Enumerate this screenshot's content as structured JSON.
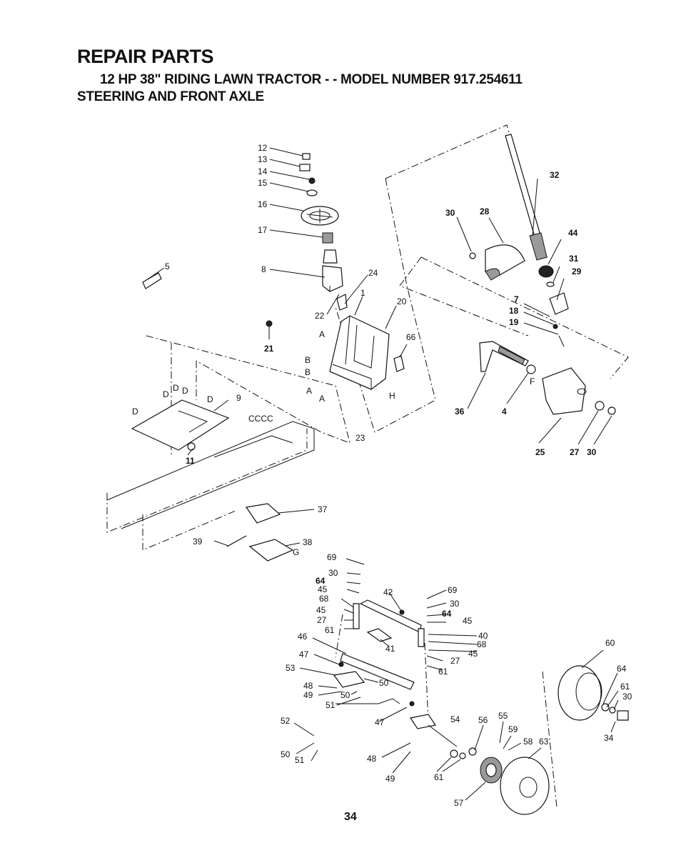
{
  "header": {
    "title": "REPAIR PARTS",
    "subtitle": "12 HP 38\" RIDING LAWN TRACTOR - - MODEL NUMBER 917.254611",
    "section": "STEERING AND FRONT AXLE"
  },
  "page_number": "34",
  "callouts": [
    {
      "id": "c12",
      "text": "12"
    },
    {
      "id": "c13",
      "text": "13"
    },
    {
      "id": "c14",
      "text": "14"
    },
    {
      "id": "c15",
      "text": "15"
    },
    {
      "id": "c16",
      "text": "16"
    },
    {
      "id": "c17",
      "text": "17"
    },
    {
      "id": "c8",
      "text": "8"
    },
    {
      "id": "c5",
      "text": "5"
    },
    {
      "id": "c24",
      "text": "24"
    },
    {
      "id": "c22",
      "text": "22"
    },
    {
      "id": "c1",
      "text": "1"
    },
    {
      "id": "c20",
      "text": "20"
    },
    {
      "id": "c21",
      "text": "21"
    },
    {
      "id": "c66",
      "text": "66"
    },
    {
      "id": "cA1",
      "text": "A"
    },
    {
      "id": "cB1",
      "text": "B"
    },
    {
      "id": "cB2",
      "text": "B"
    },
    {
      "id": "cA2",
      "text": "A"
    },
    {
      "id": "cA3",
      "text": "A"
    },
    {
      "id": "cH",
      "text": "H"
    },
    {
      "id": "c23",
      "text": "23"
    },
    {
      "id": "c32",
      "text": "32"
    },
    {
      "id": "c30a",
      "text": "30"
    },
    {
      "id": "c28",
      "text": "28"
    },
    {
      "id": "c44",
      "text": "44"
    },
    {
      "id": "c31",
      "text": "31"
    },
    {
      "id": "c29",
      "text": "29"
    },
    {
      "id": "c7",
      "text": "7"
    },
    {
      "id": "c18",
      "text": "18"
    },
    {
      "id": "c19",
      "text": "19"
    },
    {
      "id": "c36",
      "text": "36"
    },
    {
      "id": "c4",
      "text": "4"
    },
    {
      "id": "cF",
      "text": "F"
    },
    {
      "id": "c25",
      "text": "25"
    },
    {
      "id": "c27a",
      "text": "27"
    },
    {
      "id": "c30b",
      "text": "30"
    },
    {
      "id": "cD1",
      "text": "D"
    },
    {
      "id": "cD2",
      "text": "D"
    },
    {
      "id": "cD3",
      "text": "D"
    },
    {
      "id": "cD4",
      "text": "D"
    },
    {
      "id": "cD5",
      "text": "D"
    },
    {
      "id": "c9",
      "text": "9"
    },
    {
      "id": "cCCCC",
      "text": "CCCC"
    },
    {
      "id": "c11",
      "text": "11"
    },
    {
      "id": "c37",
      "text": "37"
    },
    {
      "id": "c39",
      "text": "39"
    },
    {
      "id": "c38",
      "text": "38"
    },
    {
      "id": "cG",
      "text": "G"
    },
    {
      "id": "c69a",
      "text": "69"
    },
    {
      "id": "c30c",
      "text": "30"
    },
    {
      "id": "c64a",
      "text": "64"
    },
    {
      "id": "c45a",
      "text": "45"
    },
    {
      "id": "c68a",
      "text": "68"
    },
    {
      "id": "c45b",
      "text": "45"
    },
    {
      "id": "c27b",
      "text": "27"
    },
    {
      "id": "c61a",
      "text": "61"
    },
    {
      "id": "c42",
      "text": "42"
    },
    {
      "id": "c69b",
      "text": "69"
    },
    {
      "id": "c30d",
      "text": "30"
    },
    {
      "id": "c64b",
      "text": "64"
    },
    {
      "id": "c45c",
      "text": "45"
    },
    {
      "id": "c40",
      "text": "40"
    },
    {
      "id": "c68b",
      "text": "68"
    },
    {
      "id": "c45d",
      "text": "45"
    },
    {
      "id": "c27c",
      "text": "27"
    },
    {
      "id": "c61b",
      "text": "61"
    },
    {
      "id": "c41",
      "text": "41"
    },
    {
      "id": "c46",
      "text": "46"
    },
    {
      "id": "c47a",
      "text": "47"
    },
    {
      "id": "c53",
      "text": "53"
    },
    {
      "id": "c50a",
      "text": "50"
    },
    {
      "id": "c48a",
      "text": "48"
    },
    {
      "id": "c49a",
      "text": "49"
    },
    {
      "id": "c50b",
      "text": "50"
    },
    {
      "id": "c51a",
      "text": "51"
    },
    {
      "id": "c47b",
      "text": "47"
    },
    {
      "id": "c52",
      "text": "52"
    },
    {
      "id": "c50c",
      "text": "50"
    },
    {
      "id": "c51b",
      "text": "51"
    },
    {
      "id": "c48b",
      "text": "48"
    },
    {
      "id": "c49b",
      "text": "49"
    },
    {
      "id": "c54",
      "text": "54"
    },
    {
      "id": "c56",
      "text": "56"
    },
    {
      "id": "c55",
      "text": "55"
    },
    {
      "id": "c59",
      "text": "59"
    },
    {
      "id": "c58",
      "text": "58"
    },
    {
      "id": "c63",
      "text": "63"
    },
    {
      "id": "c61c",
      "text": "61"
    },
    {
      "id": "c57",
      "text": "57"
    },
    {
      "id": "c60",
      "text": "60"
    },
    {
      "id": "c64c",
      "text": "64"
    },
    {
      "id": "c61d",
      "text": "61"
    },
    {
      "id": "c30e",
      "text": "30"
    },
    {
      "id": "c34",
      "text": "34"
    }
  ]
}
